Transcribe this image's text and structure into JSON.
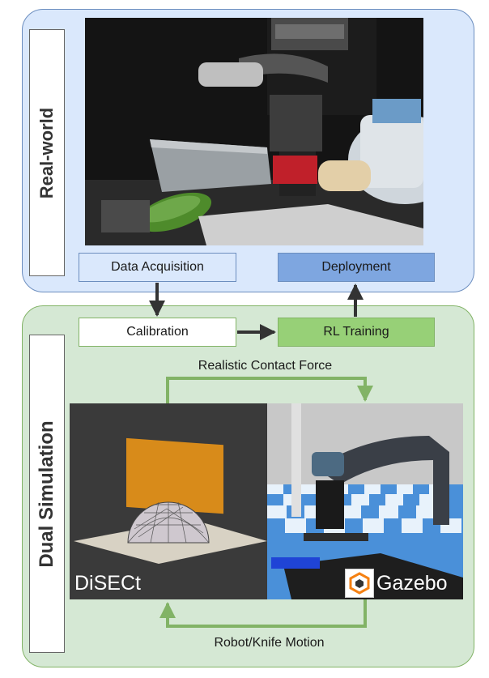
{
  "labels": {
    "real_world": "Real-world",
    "dual_simulation": "Dual Simulation"
  },
  "boxes": {
    "data_acquisition": "Data Acquisition",
    "deployment": "Deployment",
    "calibration": "Calibration",
    "rl_training": "RL Training"
  },
  "captions": {
    "contact_force": "Realistic Contact Force",
    "robot_motion": "Robot/Knife Motion"
  },
  "image_labels": {
    "disect": "DiSECt",
    "gazebo": "Gazebo"
  },
  "colors": {
    "real_panel_fill": "#dae8fc",
    "real_panel_border": "#6c8ebf",
    "sim_panel_fill": "#d5e8d4",
    "sim_panel_border": "#82b366",
    "deployment_fill": "#7ea6e0",
    "rl_training_fill": "#97d077",
    "arrow_dark": "#333333",
    "arrow_green": "#82b366",
    "gazebo_orange": "#f58113"
  },
  "icons": {
    "gazebo_logo": "gazebo-logo-icon"
  }
}
